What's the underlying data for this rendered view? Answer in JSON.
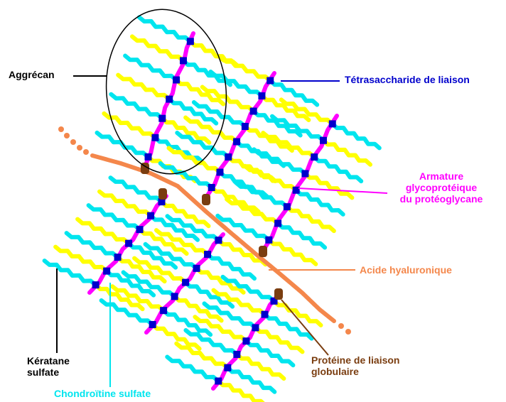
{
  "labels": {
    "aggrecan": "Aggrécan",
    "tetrasaccharide": "Tétrasaccharide de liaison",
    "armature_line1": "Armature",
    "armature_line2": "glycoprotéique",
    "armature_line3": "du protéoglycane",
    "hyaluronic": "Acide hyaluronique",
    "link_protein_line1": "Protéine de liaison",
    "link_protein_line2": "globulaire",
    "keratan_line1": "Kératane",
    "keratan_line2": "sulfate",
    "chondroitin": "Chondroïtine sulfate"
  },
  "colors": {
    "core_protein": "#ff00ff",
    "keratan_sulfate": "#ffff00",
    "chondroitin_sulfate": "#00e5ee",
    "hyaluronic_acid": "#f4874b",
    "link_protein": "#7a3d10",
    "tetrasaccharide": "#0000cc",
    "leader_black": "#000000",
    "text_tetrasaccharide": "#0000cc",
    "text_armature": "#ff00ff",
    "text_hyaluronic": "#f4874b",
    "text_link_protein": "#7a3d10",
    "text_chondroitin": "#00e5ee"
  }
}
